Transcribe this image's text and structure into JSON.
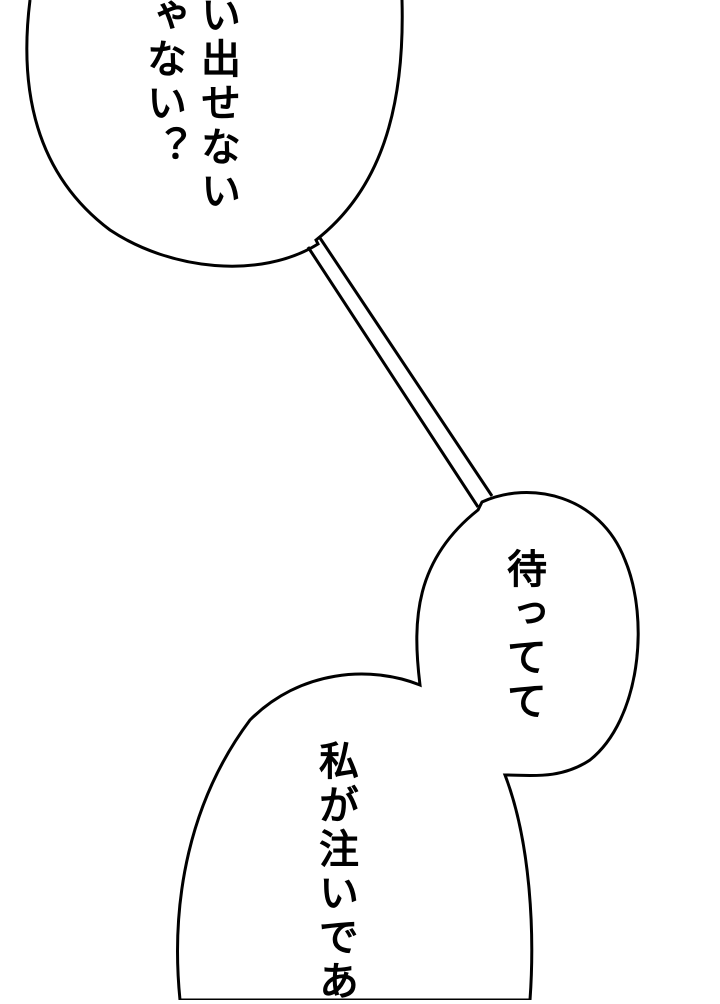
{
  "page": {
    "type": "manga-panel",
    "background": "#ffffff",
    "line_color": "#000000"
  },
  "bubbles": [
    {
      "id": "top-left",
      "lines": [
        "い出せない",
        "ゃない？"
      ]
    },
    {
      "id": "middle-right",
      "lines": [
        "待ってて"
      ]
    },
    {
      "id": "bottom",
      "lines": [
        "私が注いであ"
      ]
    }
  ]
}
